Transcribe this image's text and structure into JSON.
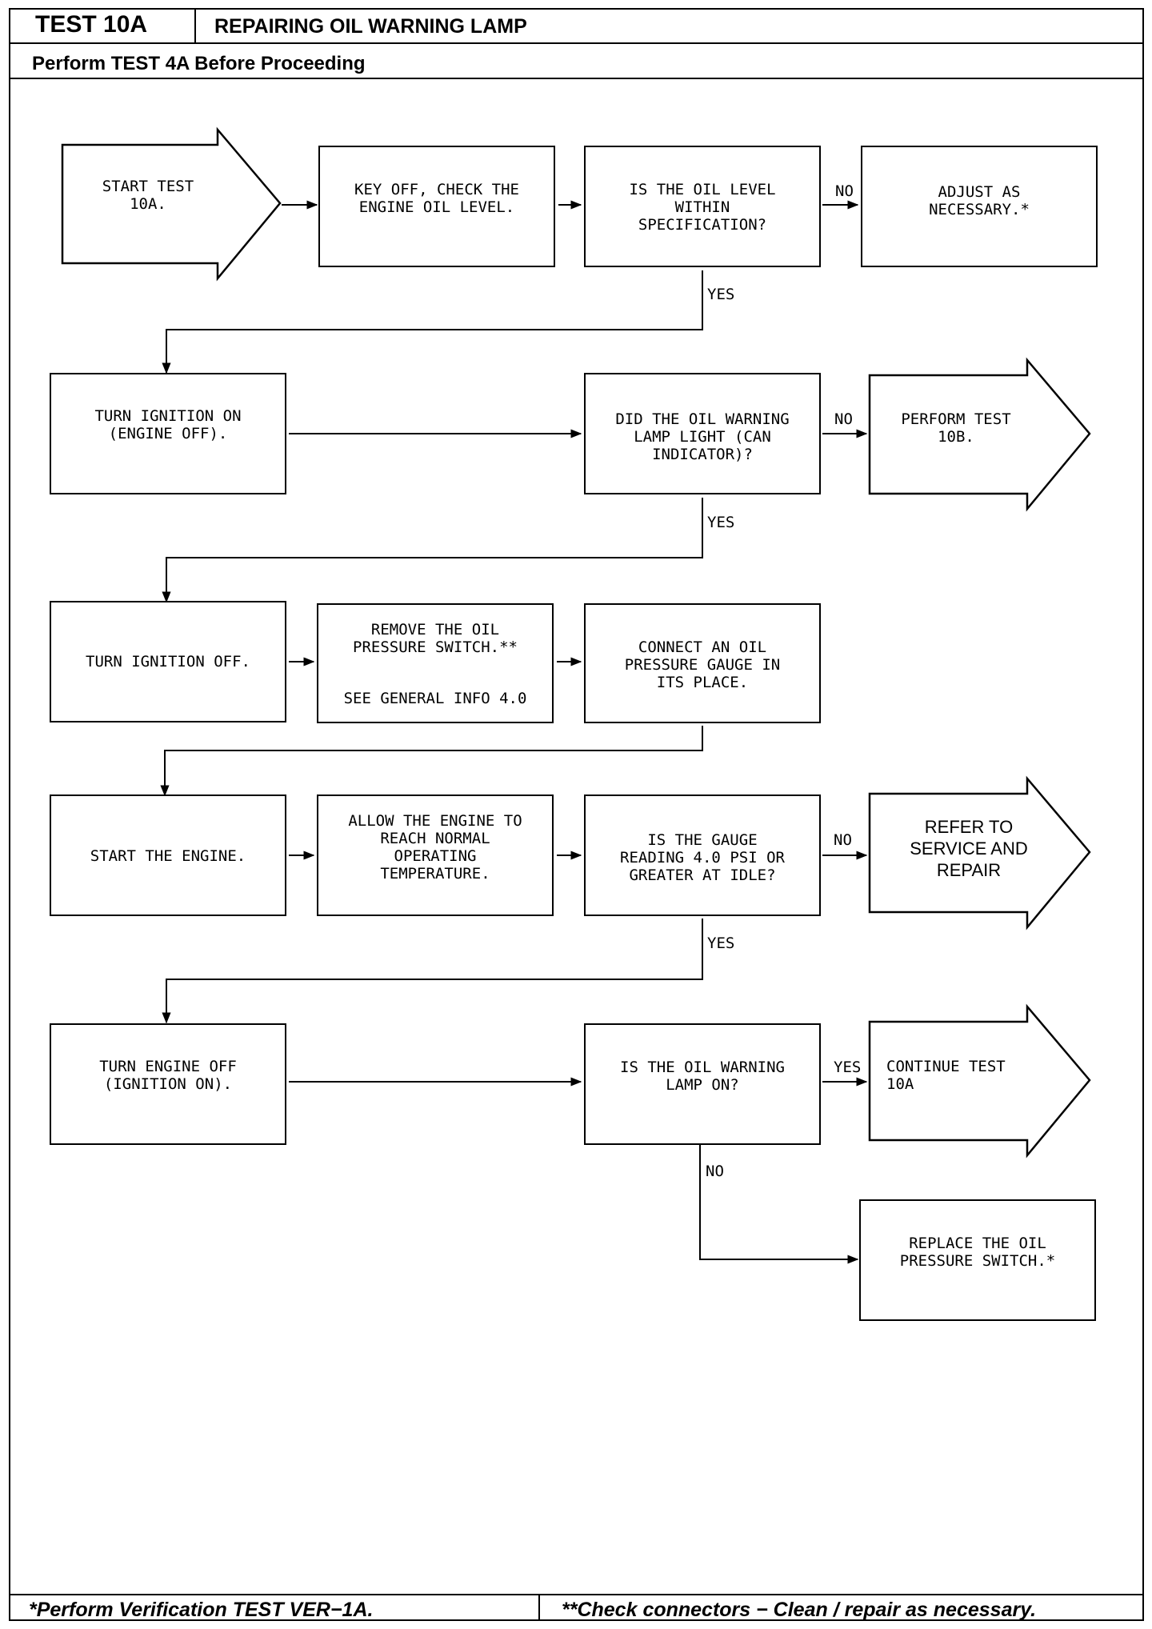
{
  "header": {
    "test_id": "TEST 10A",
    "title": "REPAIRING OIL WARNING LAMP",
    "prerequisite": "Perform TEST 4A Before Proceeding"
  },
  "flow": {
    "start": "START TEST\n10A.",
    "key_off": "KEY OFF, CHECK THE\nENGINE OIL LEVEL.",
    "oil_level_q": "IS THE OIL LEVEL\nWITHIN\nSPECIFICATION?",
    "adjust": "ADJUST AS\nNECESSARY.*",
    "turn_ign_on": "TURN IGNITION ON\n(ENGINE OFF).",
    "lamp_light_q": "DID THE OIL WARNING\nLAMP LIGHT (CAN\nINDICATOR)?",
    "perform_10b": "PERFORM TEST\n10B.",
    "turn_ign_off": "TURN IGNITION OFF.",
    "remove_switch": "REMOVE THE OIL\nPRESSURE SWITCH.**",
    "see_general": "SEE GENERAL INFO 4.0",
    "connect_gauge": "CONNECT AN OIL\nPRESSURE GAUGE IN\nITS PLACE.",
    "start_engine": "START THE ENGINE.",
    "allow_engine": "ALLOW THE ENGINE TO\nREACH NORMAL\nOPERATING\nTEMPERATURE.",
    "gauge_q": "IS THE GAUGE\nREADING 4.0 PSI OR\nGREATER AT IDLE?",
    "refer_service": "REFER TO\nSERVICE AND\nREPAIR",
    "turn_engine_off": "TURN ENGINE OFF\n(IGNITION ON).",
    "lamp_on_q": "IS THE OIL WARNING\nLAMP ON?",
    "continue_10a": "CONTINUE TEST\n10A",
    "replace_switch": "REPLACE THE OIL\nPRESSURE SWITCH.*"
  },
  "labels": {
    "no": "NO",
    "yes": "YES"
  },
  "footer": {
    "left": "*Perform Verification TEST VER−1A.",
    "right": "**Check connectors − Clean / repair as necessary."
  }
}
